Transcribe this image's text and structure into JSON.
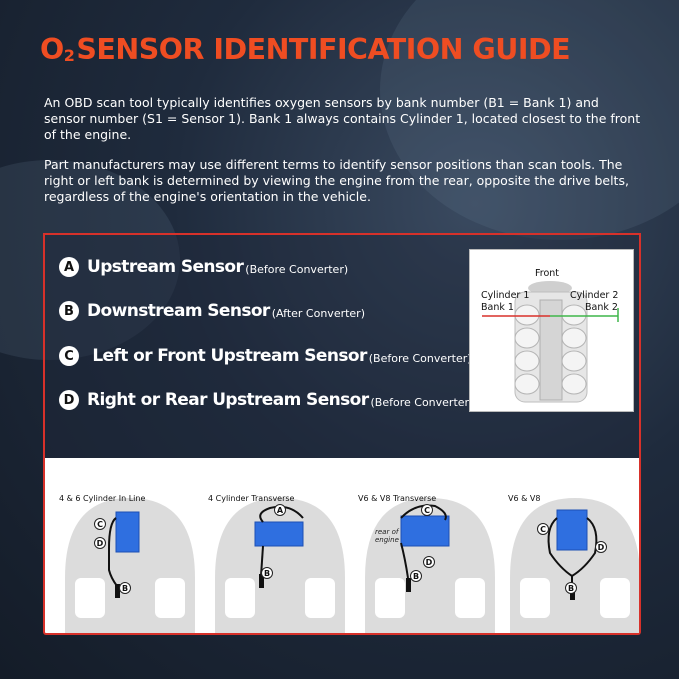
{
  "title": {
    "prefix": "O",
    "sub": "2",
    "main": "SENSOR IDENTIFICATION GUIDE"
  },
  "paragraphs": [
    "An OBD scan tool typically identifies oxygen sensors by bank number (B1 = Bank 1) and sensor number (S1 = Sensor 1). Bank 1 always contains Cylinder 1, located closest to the front of the engine.",
    "Part manufacturers may use different terms to identify sensor positions than scan tools. The right or left bank is determined by viewing the engine from the rear, opposite the drive belts, regardless of the engine's orientation in the vehicle."
  ],
  "legend": [
    {
      "letter": "A",
      "name": "Upstream Sensor",
      "note": "(Before Converter)"
    },
    {
      "letter": "B",
      "name": "Downstream Sensor",
      "note": "(After Converter)"
    },
    {
      "letter": "C",
      "name": " Left or Front Upstream Sensor",
      "note": "(Before Converter)"
    },
    {
      "letter": "D",
      "name": "Right or Rear Upstream Sensor",
      "note": "(Before Converter)"
    }
  ],
  "engine_diagram": {
    "front": "Front",
    "cyl1": "Cylinder 1",
    "bank1": "Bank 1",
    "cyl2": "Cylinder 2",
    "bank2": "Bank 2",
    "bank1_color": "#d9302a",
    "bank2_color": "#3fb64a"
  },
  "layouts": [
    {
      "label": "4 & 6 Cylinder In Line",
      "sensors": [
        "C",
        "D",
        "B"
      ]
    },
    {
      "label": "4 Cylinder Transverse",
      "sensors": [
        "A",
        "B"
      ]
    },
    {
      "label": "V6 & V8 Transverse",
      "sensors": [
        "C",
        "D",
        "B"
      ],
      "note": "rear of engine"
    },
    {
      "label": "V6 & V8",
      "sensors": [
        "C",
        "D",
        "B"
      ]
    }
  ],
  "colors": {
    "accent": "#ef4d22",
    "frame": "#d7312a",
    "engine_block": "#2f6fe0"
  }
}
